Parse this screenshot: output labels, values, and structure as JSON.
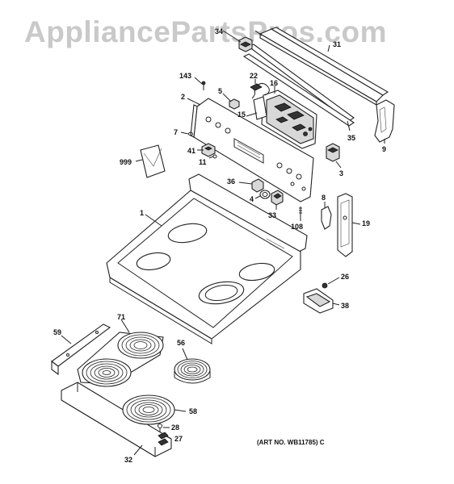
{
  "watermark": "AppliancePartsPros.com",
  "art_number": "(ART NO. WB11785) C",
  "callouts": [
    {
      "id": "c34",
      "label": "34"
    },
    {
      "id": "c31",
      "label": "31"
    },
    {
      "id": "c143",
      "label": "143"
    },
    {
      "id": "c22",
      "label": "22"
    },
    {
      "id": "c16",
      "label": "16"
    },
    {
      "id": "c2",
      "label": "2"
    },
    {
      "id": "c5",
      "label": "5"
    },
    {
      "id": "c15",
      "label": "15"
    },
    {
      "id": "c7",
      "label": "7"
    },
    {
      "id": "c35",
      "label": "35"
    },
    {
      "id": "c9",
      "label": "9"
    },
    {
      "id": "c41",
      "label": "41"
    },
    {
      "id": "c999",
      "label": "999"
    },
    {
      "id": "c11",
      "label": "11"
    },
    {
      "id": "c3",
      "label": "3"
    },
    {
      "id": "c36",
      "label": "36"
    },
    {
      "id": "c4",
      "label": "4"
    },
    {
      "id": "c1",
      "label": "1"
    },
    {
      "id": "c33",
      "label": "33"
    },
    {
      "id": "c8",
      "label": "8"
    },
    {
      "id": "c108",
      "label": "108"
    },
    {
      "id": "c19",
      "label": "19"
    },
    {
      "id": "c26",
      "label": "26"
    },
    {
      "id": "c38",
      "label": "38"
    },
    {
      "id": "c71",
      "label": "71"
    },
    {
      "id": "c59",
      "label": "59"
    },
    {
      "id": "c56",
      "label": "56"
    },
    {
      "id": "c58",
      "label": "58"
    },
    {
      "id": "c28",
      "label": "28"
    },
    {
      "id": "c27",
      "label": "27"
    },
    {
      "id": "c32",
      "label": "32"
    }
  ]
}
